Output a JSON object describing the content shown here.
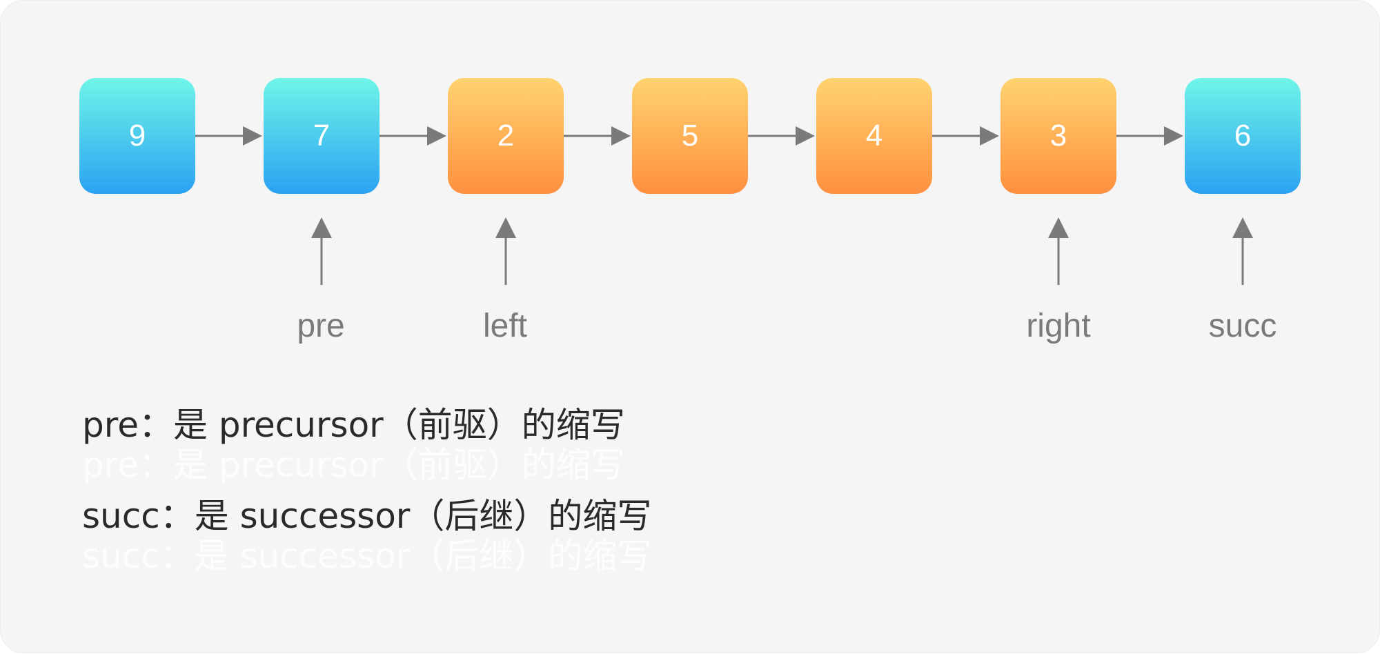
{
  "nodes": [
    {
      "value": "9",
      "color": "blue"
    },
    {
      "value": "7",
      "color": "blue"
    },
    {
      "value": "2",
      "color": "orange"
    },
    {
      "value": "5",
      "color": "orange"
    },
    {
      "value": "4",
      "color": "orange"
    },
    {
      "value": "3",
      "color": "orange"
    },
    {
      "value": "6",
      "color": "blue"
    }
  ],
  "pointers": [
    {
      "label": "pre",
      "node_index": 1
    },
    {
      "label": "left",
      "node_index": 2
    },
    {
      "label": "right",
      "node_index": 5
    },
    {
      "label": "succ",
      "node_index": 6
    }
  ],
  "notes": {
    "pre_note": "pre：是 precursor（前驱）的缩写",
    "succ_note": "succ：是 successor（后继）的缩写"
  },
  "colors": {
    "blue_top": "#6ff5e8",
    "blue_bottom": "#2aa2f2",
    "orange_top": "#ffd36e",
    "orange_bottom": "#ff9040",
    "arrow": "#7a7a7a",
    "background": "#f5f5f5"
  }
}
